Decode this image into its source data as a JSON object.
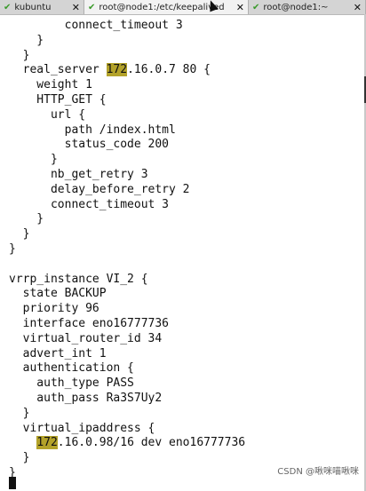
{
  "tabs": [
    {
      "label": "kubuntu",
      "active": false
    },
    {
      "label": "root@node1:/etc/keepalived",
      "active": true
    },
    {
      "label": "root@node1:~",
      "active": false
    }
  ],
  "terminal": {
    "lines": [
      "        connect_timeout 3",
      "    }",
      "  }",
      "  real_server 172.16.0.7 80 {",
      "    weight 1",
      "    HTTP_GET {",
      "      url {",
      "        path /index.html",
      "        status_code 200",
      "      }",
      "      nb_get_retry 3",
      "      delay_before_retry 2",
      "      connect_timeout 3",
      "    }",
      "  }",
      "}",
      "",
      "vrrp_instance VI_2 {",
      "  state BACKUP",
      "  priority 96",
      "  interface eno16777736",
      "  virtual_router_id 34",
      "  advert_int 1",
      "  authentication {",
      "    auth_type PASS",
      "    auth_pass Ra3S7Uy2",
      "  }",
      "  virtual_ipaddress {",
      "    172.16.0.98/16 dev eno16777736",
      "  }",
      "}"
    ],
    "highlight": "172"
  },
  "watermark": "CSDN @啾咪喵啾咪",
  "colors": {
    "highlight": "#b3a22a",
    "tab_check": "#3a9a2a"
  }
}
